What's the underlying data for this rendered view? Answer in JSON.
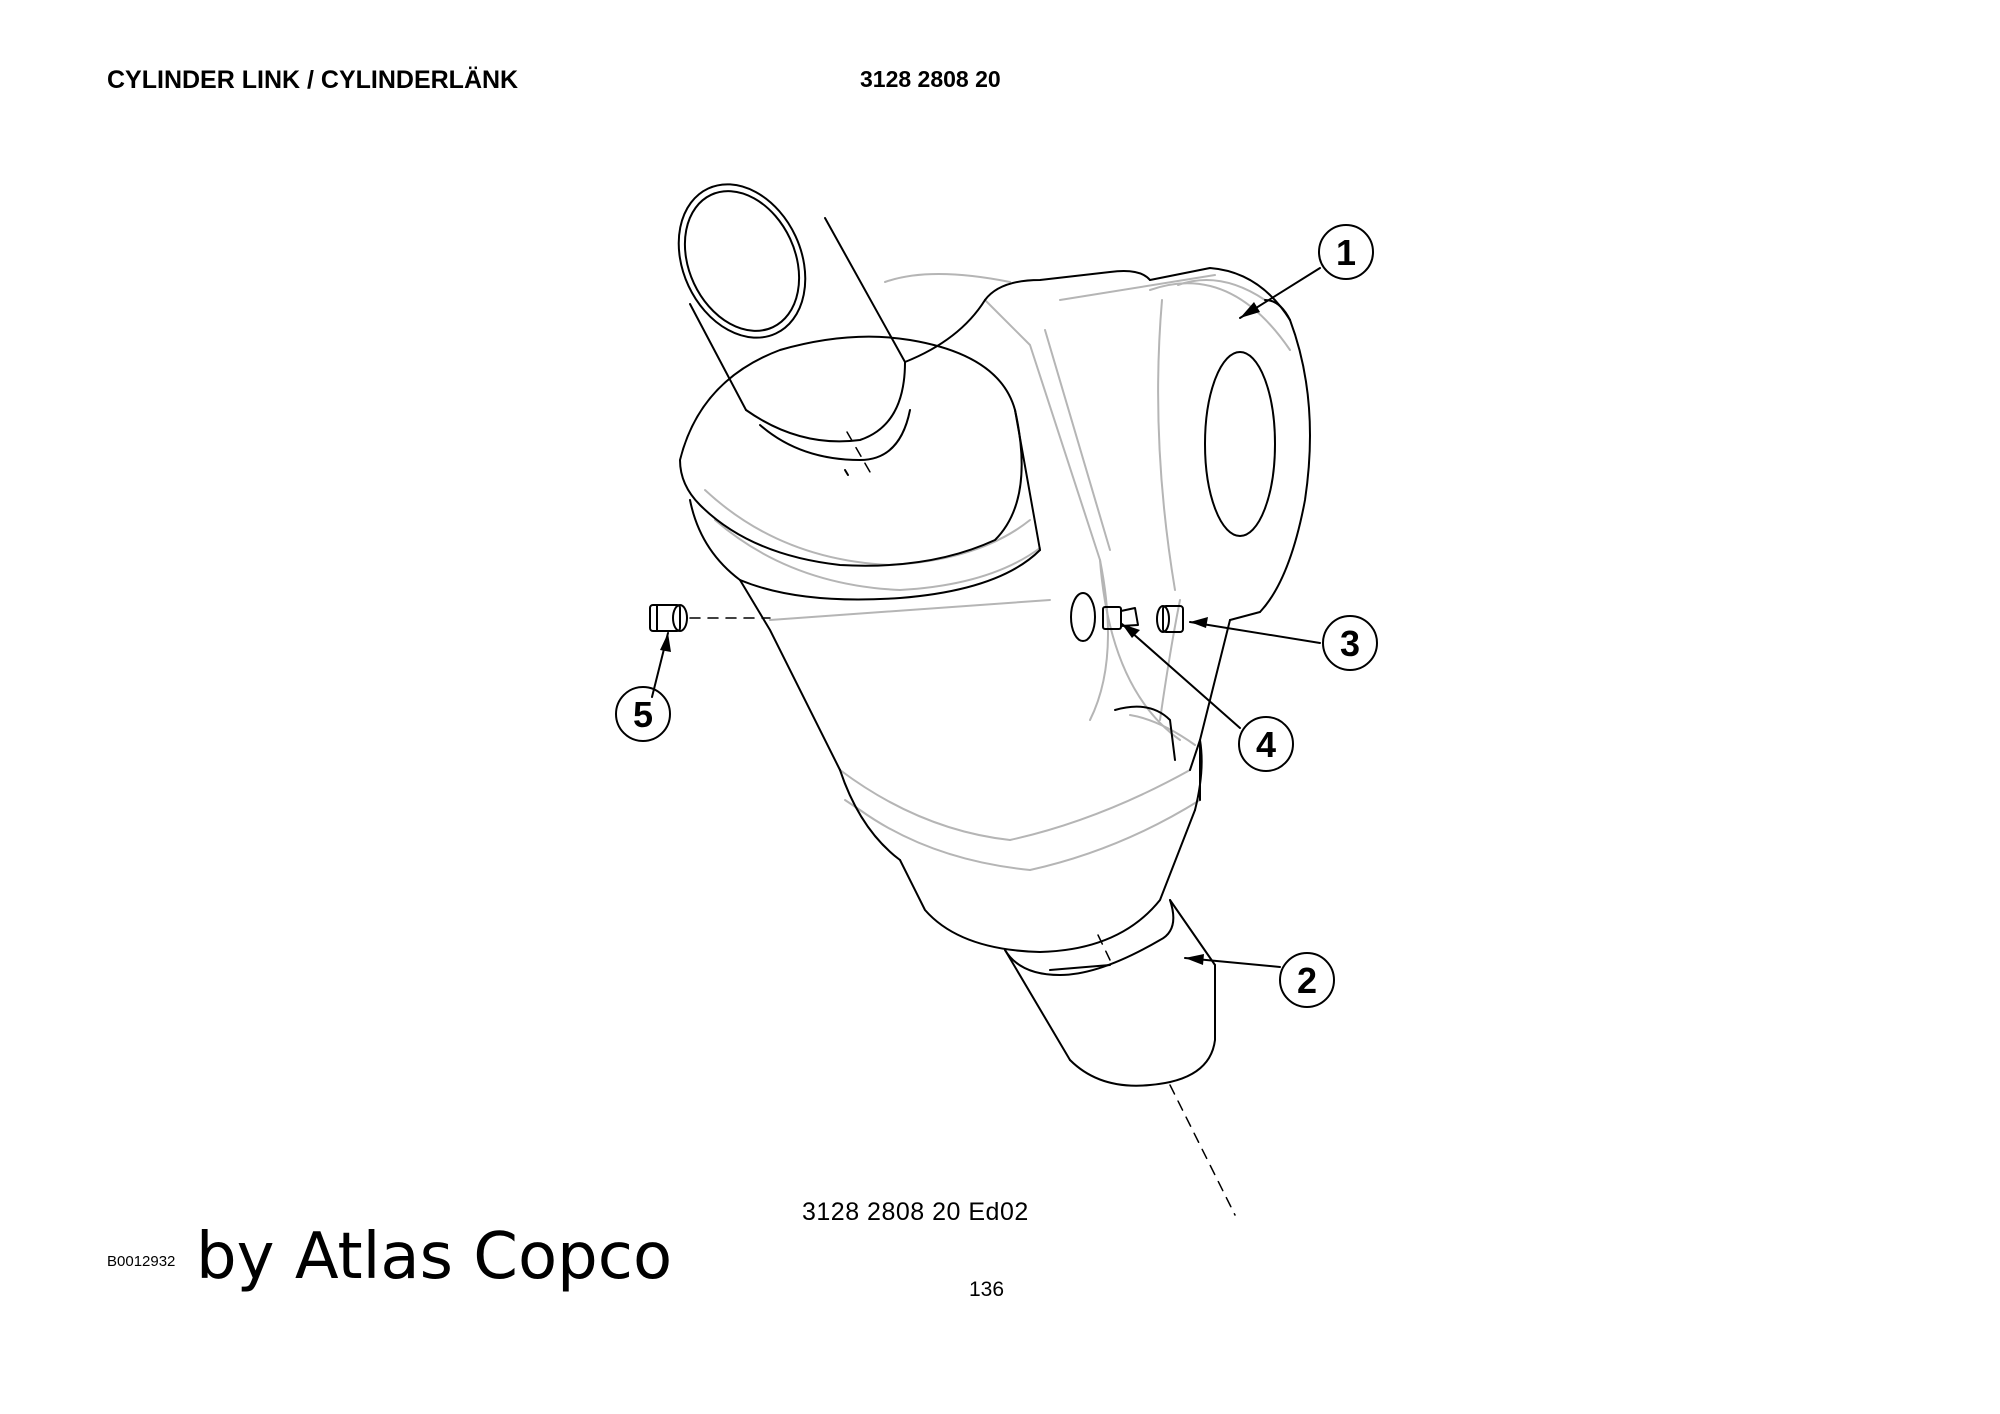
{
  "header": {
    "title": "CYLINDER LINK / CYLINDERLÄNK",
    "doc_number": "3128 2808 20"
  },
  "drawing": {
    "code": "3128 2808 20  Ed02",
    "callouts": [
      {
        "num": "1"
      },
      {
        "num": "2"
      },
      {
        "num": "3"
      },
      {
        "num": "4"
      },
      {
        "num": "5"
      }
    ]
  },
  "footer": {
    "image_ref": "B0012932",
    "watermark": "by Atlas Copco",
    "page_number": "136"
  },
  "colors": {
    "line": "#000000",
    "hidden_line": "#b5b5b5"
  }
}
